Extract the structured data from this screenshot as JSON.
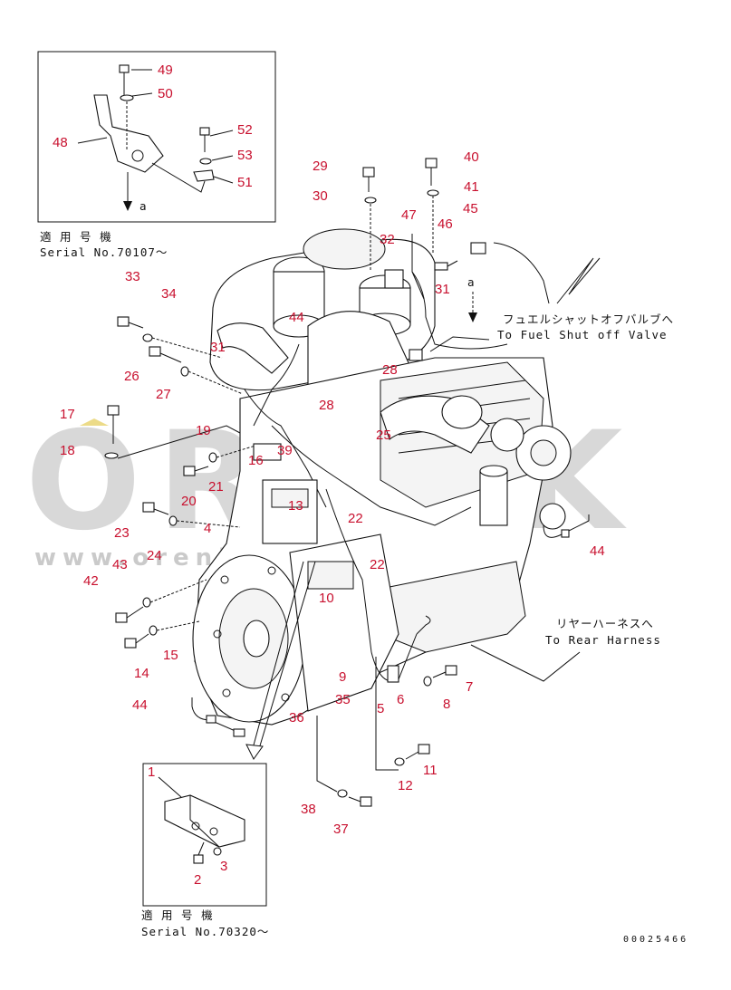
{
  "watermark": {
    "brand": "ORENK",
    "url": "www.orenkmakina.com.tr"
  },
  "document_number": "00025466",
  "notes": {
    "inset_top": {
      "line1": "適 用 号 機",
      "line2": "Serial No.70107～"
    },
    "inset_bottom": {
      "line1": "適 用 号 機",
      "line2": "Serial No.70320～"
    },
    "fuel": {
      "jp": "フュエルシャットオフバルブへ",
      "en": "To Fuel Shut off Valve"
    },
    "rear": {
      "jp": "リヤーハーネスへ",
      "en": "To Rear Harness"
    },
    "arrow_label": "a"
  },
  "callouts": {
    "c1": "1",
    "c2": "2",
    "c3": "3",
    "c4": "4",
    "c5": "5",
    "c6": "6",
    "c7": "7",
    "c8": "8",
    "c9": "9",
    "c10": "10",
    "c11": "11",
    "c12": "12",
    "c13": "13",
    "c14": "14",
    "c15": "15",
    "c16": "16",
    "c17": "17",
    "c18": "18",
    "c19": "19",
    "c20": "20",
    "c21": "21",
    "c22a": "22",
    "c22b": "22",
    "c23": "23",
    "c24": "24",
    "c25": "25",
    "c26": "26",
    "c27": "27",
    "c28a": "28",
    "c28b": "28",
    "c29": "29",
    "c30": "30",
    "c31a": "31",
    "c31b": "31",
    "c32": "32",
    "c33": "33",
    "c34": "34",
    "c35": "35",
    "c36": "36",
    "c37": "37",
    "c38": "38",
    "c39": "39",
    "c40": "40",
    "c41": "41",
    "c44a": "44",
    "c44b": "44",
    "c44c": "44",
    "c42": "42",
    "c43": "43",
    "c45": "45",
    "c46": "46",
    "c47": "47",
    "c48": "48",
    "c49": "49",
    "c50": "50",
    "c51": "51",
    "c52": "52",
    "c53": "53"
  }
}
